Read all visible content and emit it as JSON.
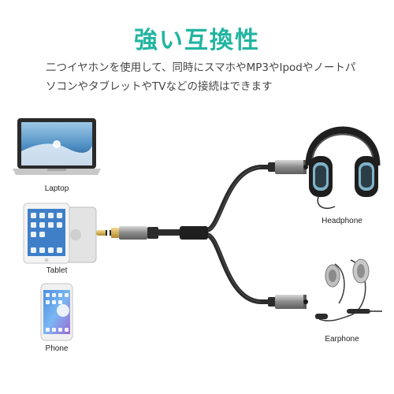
{
  "headline": "強い互換性",
  "description": {
    "line1": "二つイヤホンを使用して、同時にスマホやMP3やIpodやノートパ",
    "line2": "ソコンやタブレットやTVなどの接続はできます"
  },
  "devices": {
    "laptop": "Laptop",
    "tablet": "Tablet",
    "phone": "Phone"
  },
  "outputs": {
    "headphone": "Headphone",
    "earphone": "Earphone"
  },
  "colors": {
    "accent": "#22b5a0",
    "cable": "#2b2b2b",
    "connector": "#8d8d8d"
  }
}
